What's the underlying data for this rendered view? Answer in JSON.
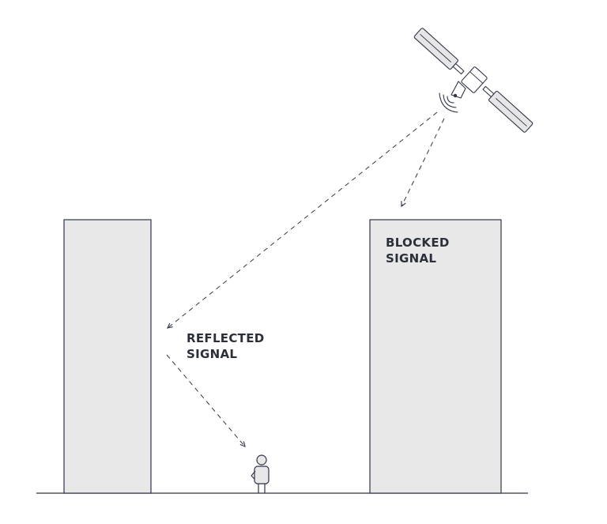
{
  "labels": {
    "reflected": [
      "REFLECTED",
      "SIGNAL"
    ],
    "blocked": [
      "BLOCKED",
      "SIGNAL"
    ]
  },
  "colors": {
    "building_fill": "#e8e8e8",
    "outline": "#2f3447",
    "panel_fill": "#e6e6e6",
    "text": "#2b2f3a",
    "background": "#ffffff"
  },
  "icons": {
    "satellite": "satellite-icon",
    "person": "person-icon"
  }
}
